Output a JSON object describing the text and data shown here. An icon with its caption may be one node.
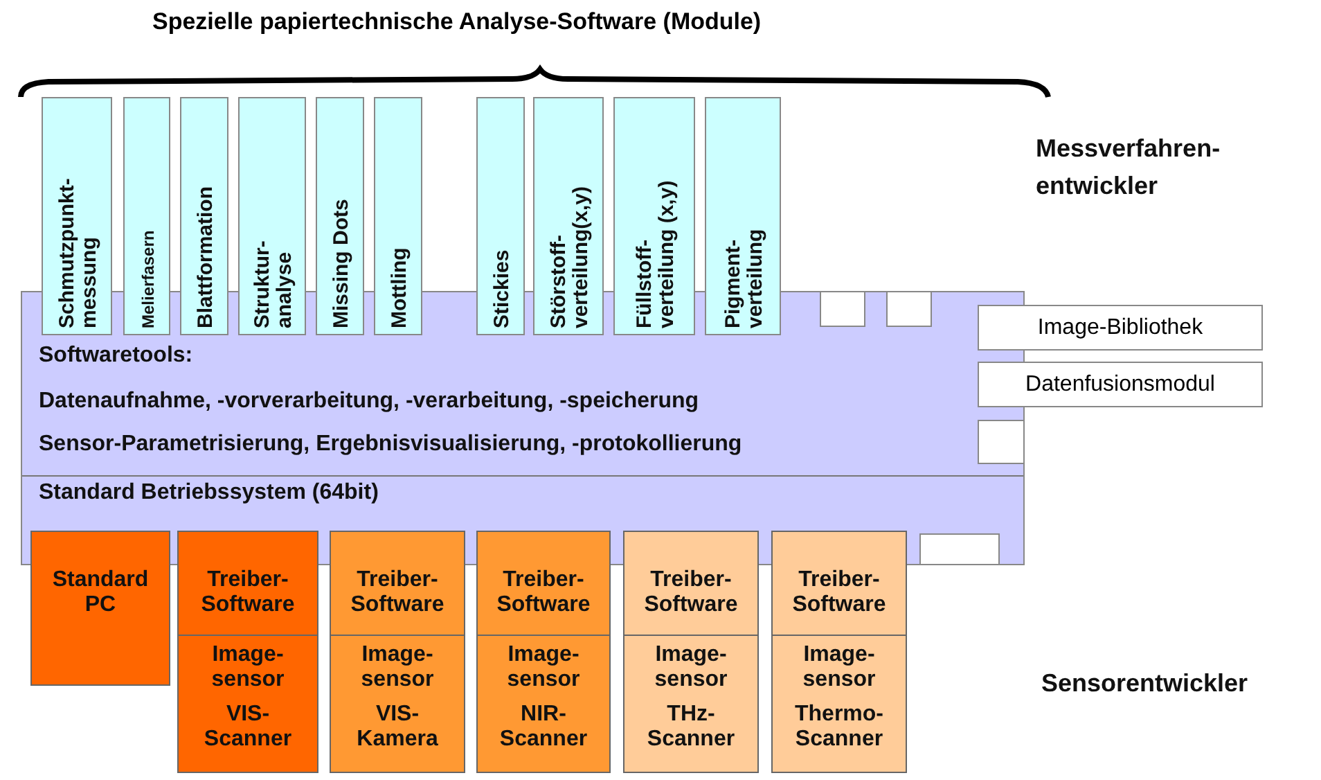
{
  "diagram": {
    "title": "Spezielle papiertechnische Analyse-Software (Module)",
    "nodes": [
      {
        "text": [
          "Schmutzpunkt- messung"
        ]
      },
      {
        "text": [
          "Melierfasern"
        ]
      },
      {
        "text": [
          "Blattformation"
        ]
      },
      {
        "text": [
          "Struktur- analyse"
        ]
      },
      {
        "text": [
          "Missing Dots"
        ]
      },
      {
        "text": [
          "Mottling"
        ]
      },
      {
        "text": [
          "Stickies"
        ]
      },
      {
        "text": [
          "Störstoff- verteilung(x,y)"
        ]
      },
      {
        "text": [
          "Füllstoff- verteilung (x,y)"
        ]
      },
      {
        "text": [
          "Pigment- verteilung"
        ]
      },
      {
        "text": [
          "Softwaretools:",
          "Datenaufnahme, -vorverarbeitung, -verarbeitung, -speicherung",
          "Sensor-Parametrisierung, Ergebnisvisualisierung, -protokollierung",
          "Standard Betriebssystem (64bit)"
        ]
      },
      {
        "text": [],
        "shape": "box",
        "in": 10
      },
      {
        "text": [],
        "shape": "box",
        "in": 10
      },
      {
        "text": [
          "Image-Bibliothek"
        ]
      },
      {
        "text": [
          "Datenfusionsmodul"
        ]
      },
      {
        "text": [],
        "shape": "box",
        "in": 10
      },
      {
        "text": [],
        "shape": "box",
        "in": 10
      },
      {
        "text": [
          "Standard PC"
        ]
      },
      {
        "text": [
          "Treiber- Software"
        ]
      },
      {
        "text": [
          "Image- sensor",
          "VIS- Scanner"
        ]
      },
      {
        "text": [
          "Treiber- Software"
        ]
      },
      {
        "text": [
          "Image- sensor",
          "VIS- Kamera"
        ]
      },
      {
        "text": [
          "Treiber- Software"
        ]
      },
      {
        "text": [
          "Image- sensor",
          "NIR- Scanner"
        ]
      },
      {
        "text": [
          "Treiber- Software"
        ]
      },
      {
        "text": [
          "Image- sensor",
          "THz- Scanner"
        ]
      },
      {
        "text": [
          "Treiber- Software"
        ]
      },
      {
        "text": [
          "Image- sensor",
          "Thermo- Scanner"
        ]
      }
    ],
    "labels": [
      "Messverfahren- entwickler",
      "Sensorentwickler"
    ]
  }
}
